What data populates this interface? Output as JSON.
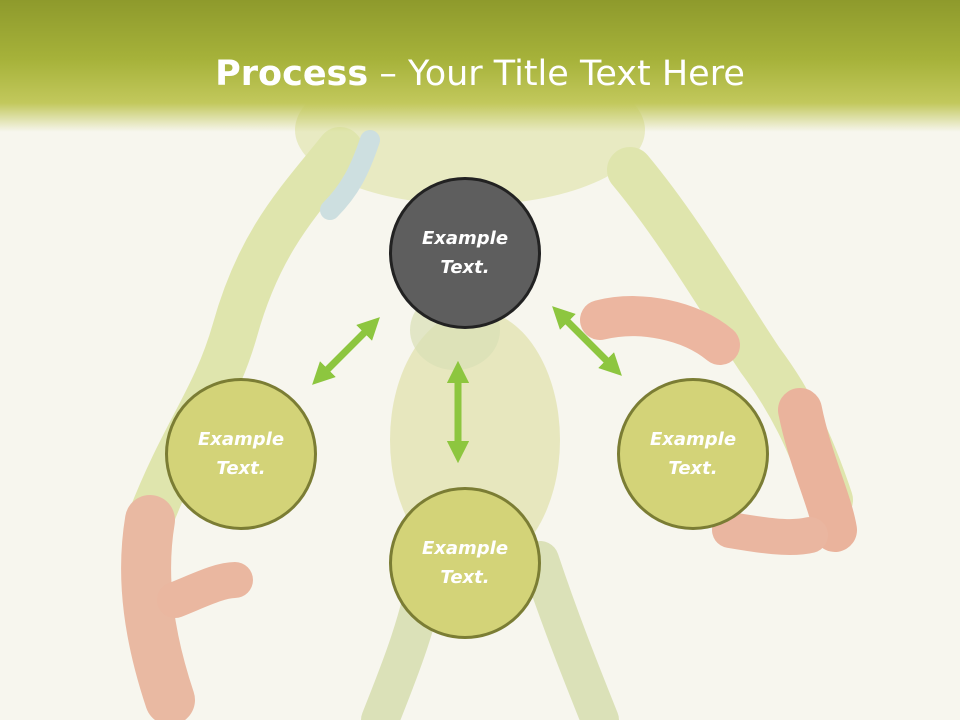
{
  "slide": {
    "title_bold": "Process",
    "title_rest": " – Your Title Text Here"
  },
  "diagram": {
    "nodes": [
      {
        "id": "top",
        "label": "Example Text."
      },
      {
        "id": "left",
        "label": "Example Text."
      },
      {
        "id": "bottom",
        "label": "Example Text."
      },
      {
        "id": "right",
        "label": "Example Text."
      }
    ]
  },
  "colors": {
    "title_band": "#a6b23a",
    "node_fill": "#d3d378",
    "node_border": "#7b7d34",
    "center_fill": "#5e5e5e",
    "arrow": "#8dc63f"
  },
  "background": {
    "image": "frog-figure"
  }
}
